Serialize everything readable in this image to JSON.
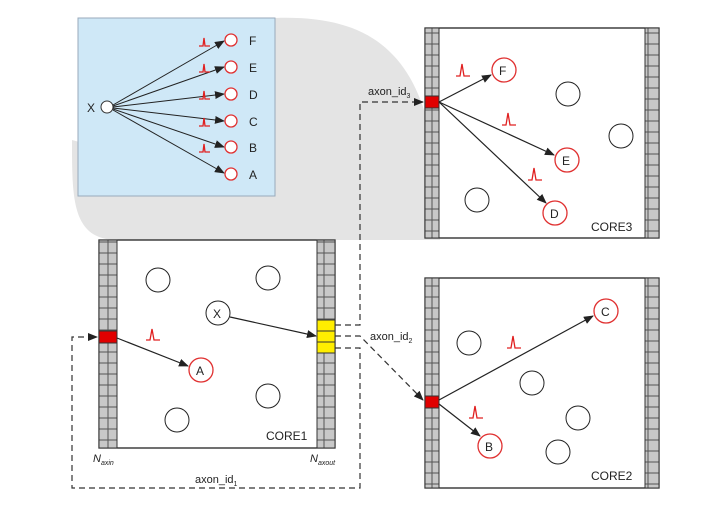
{
  "legend": {
    "source_label": "X",
    "target_labels": [
      "F",
      "E",
      "D",
      "C",
      "B",
      "A"
    ]
  },
  "cores": {
    "core1": {
      "name": "CORE1",
      "neuron_x": "X",
      "neuron_a": "A",
      "axin_label": "N",
      "axin_sub": "axin",
      "axout_label": "N",
      "axout_sub": "axout"
    },
    "core2": {
      "name": "CORE2",
      "neuron_b": "B",
      "neuron_c": "C"
    },
    "core3": {
      "name": "CORE3",
      "neuron_f": "F",
      "neuron_e": "E",
      "neuron_d": "D"
    }
  },
  "links": {
    "axon1": "axon_id",
    "axon1_sub": "1",
    "axon2": "axon_id",
    "axon2_sub": "2",
    "axon3": "axon_id",
    "axon3_sub": "3"
  },
  "colors": {
    "legend_bg": "#cfe8f7",
    "shadow": "#e4e4e4",
    "axon_slot": "#c8c8c8",
    "active_slot": "#e00000",
    "output_slot": "#ffee00",
    "neuron_active": "#e03030",
    "spike": "#e02020"
  }
}
